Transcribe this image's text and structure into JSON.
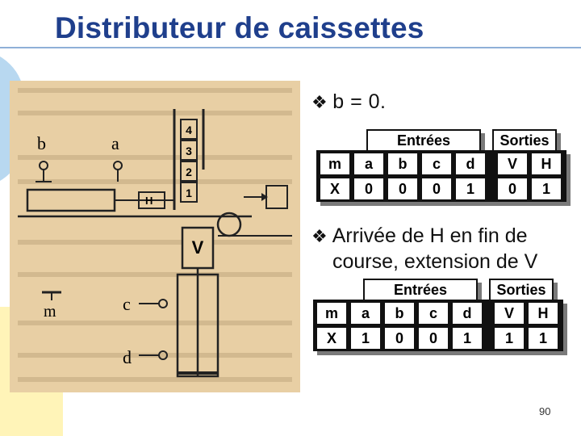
{
  "title": "Distributeur de caissettes",
  "bullets": {
    "first": "b = 0.",
    "second_line1": "Arrivée de H en fin de",
    "second_line2": "course, extension de V"
  },
  "table1": {
    "group_inputs": "Entrées",
    "group_outputs": "Sorties",
    "headers": [
      "m",
      "a",
      "b",
      "c",
      "d",
      "V",
      "H"
    ],
    "row": [
      "X",
      "0",
      "0",
      "0",
      "1",
      "0",
      "1"
    ]
  },
  "table2": {
    "group_inputs": "Entrées",
    "group_outputs": "Sorties",
    "headers": [
      "m",
      "a",
      "b",
      "c",
      "d",
      "V",
      "H"
    ],
    "row": [
      "X",
      "1",
      "0",
      "0",
      "1",
      "1",
      "1"
    ]
  },
  "figure": {
    "labels": {
      "b": "b",
      "a": "a",
      "h": "H",
      "v": "V",
      "c": "c",
      "d": "d",
      "m": "m",
      "box4": "4",
      "box3": "3",
      "box2": "2",
      "box1": "1"
    }
  },
  "page_number": "90",
  "colors": {
    "title": "#1f3f8c",
    "scan_bg": "#e8cfa4",
    "deco_blue": "#b8d8f0",
    "deco_yellow": "#fff4b8"
  }
}
